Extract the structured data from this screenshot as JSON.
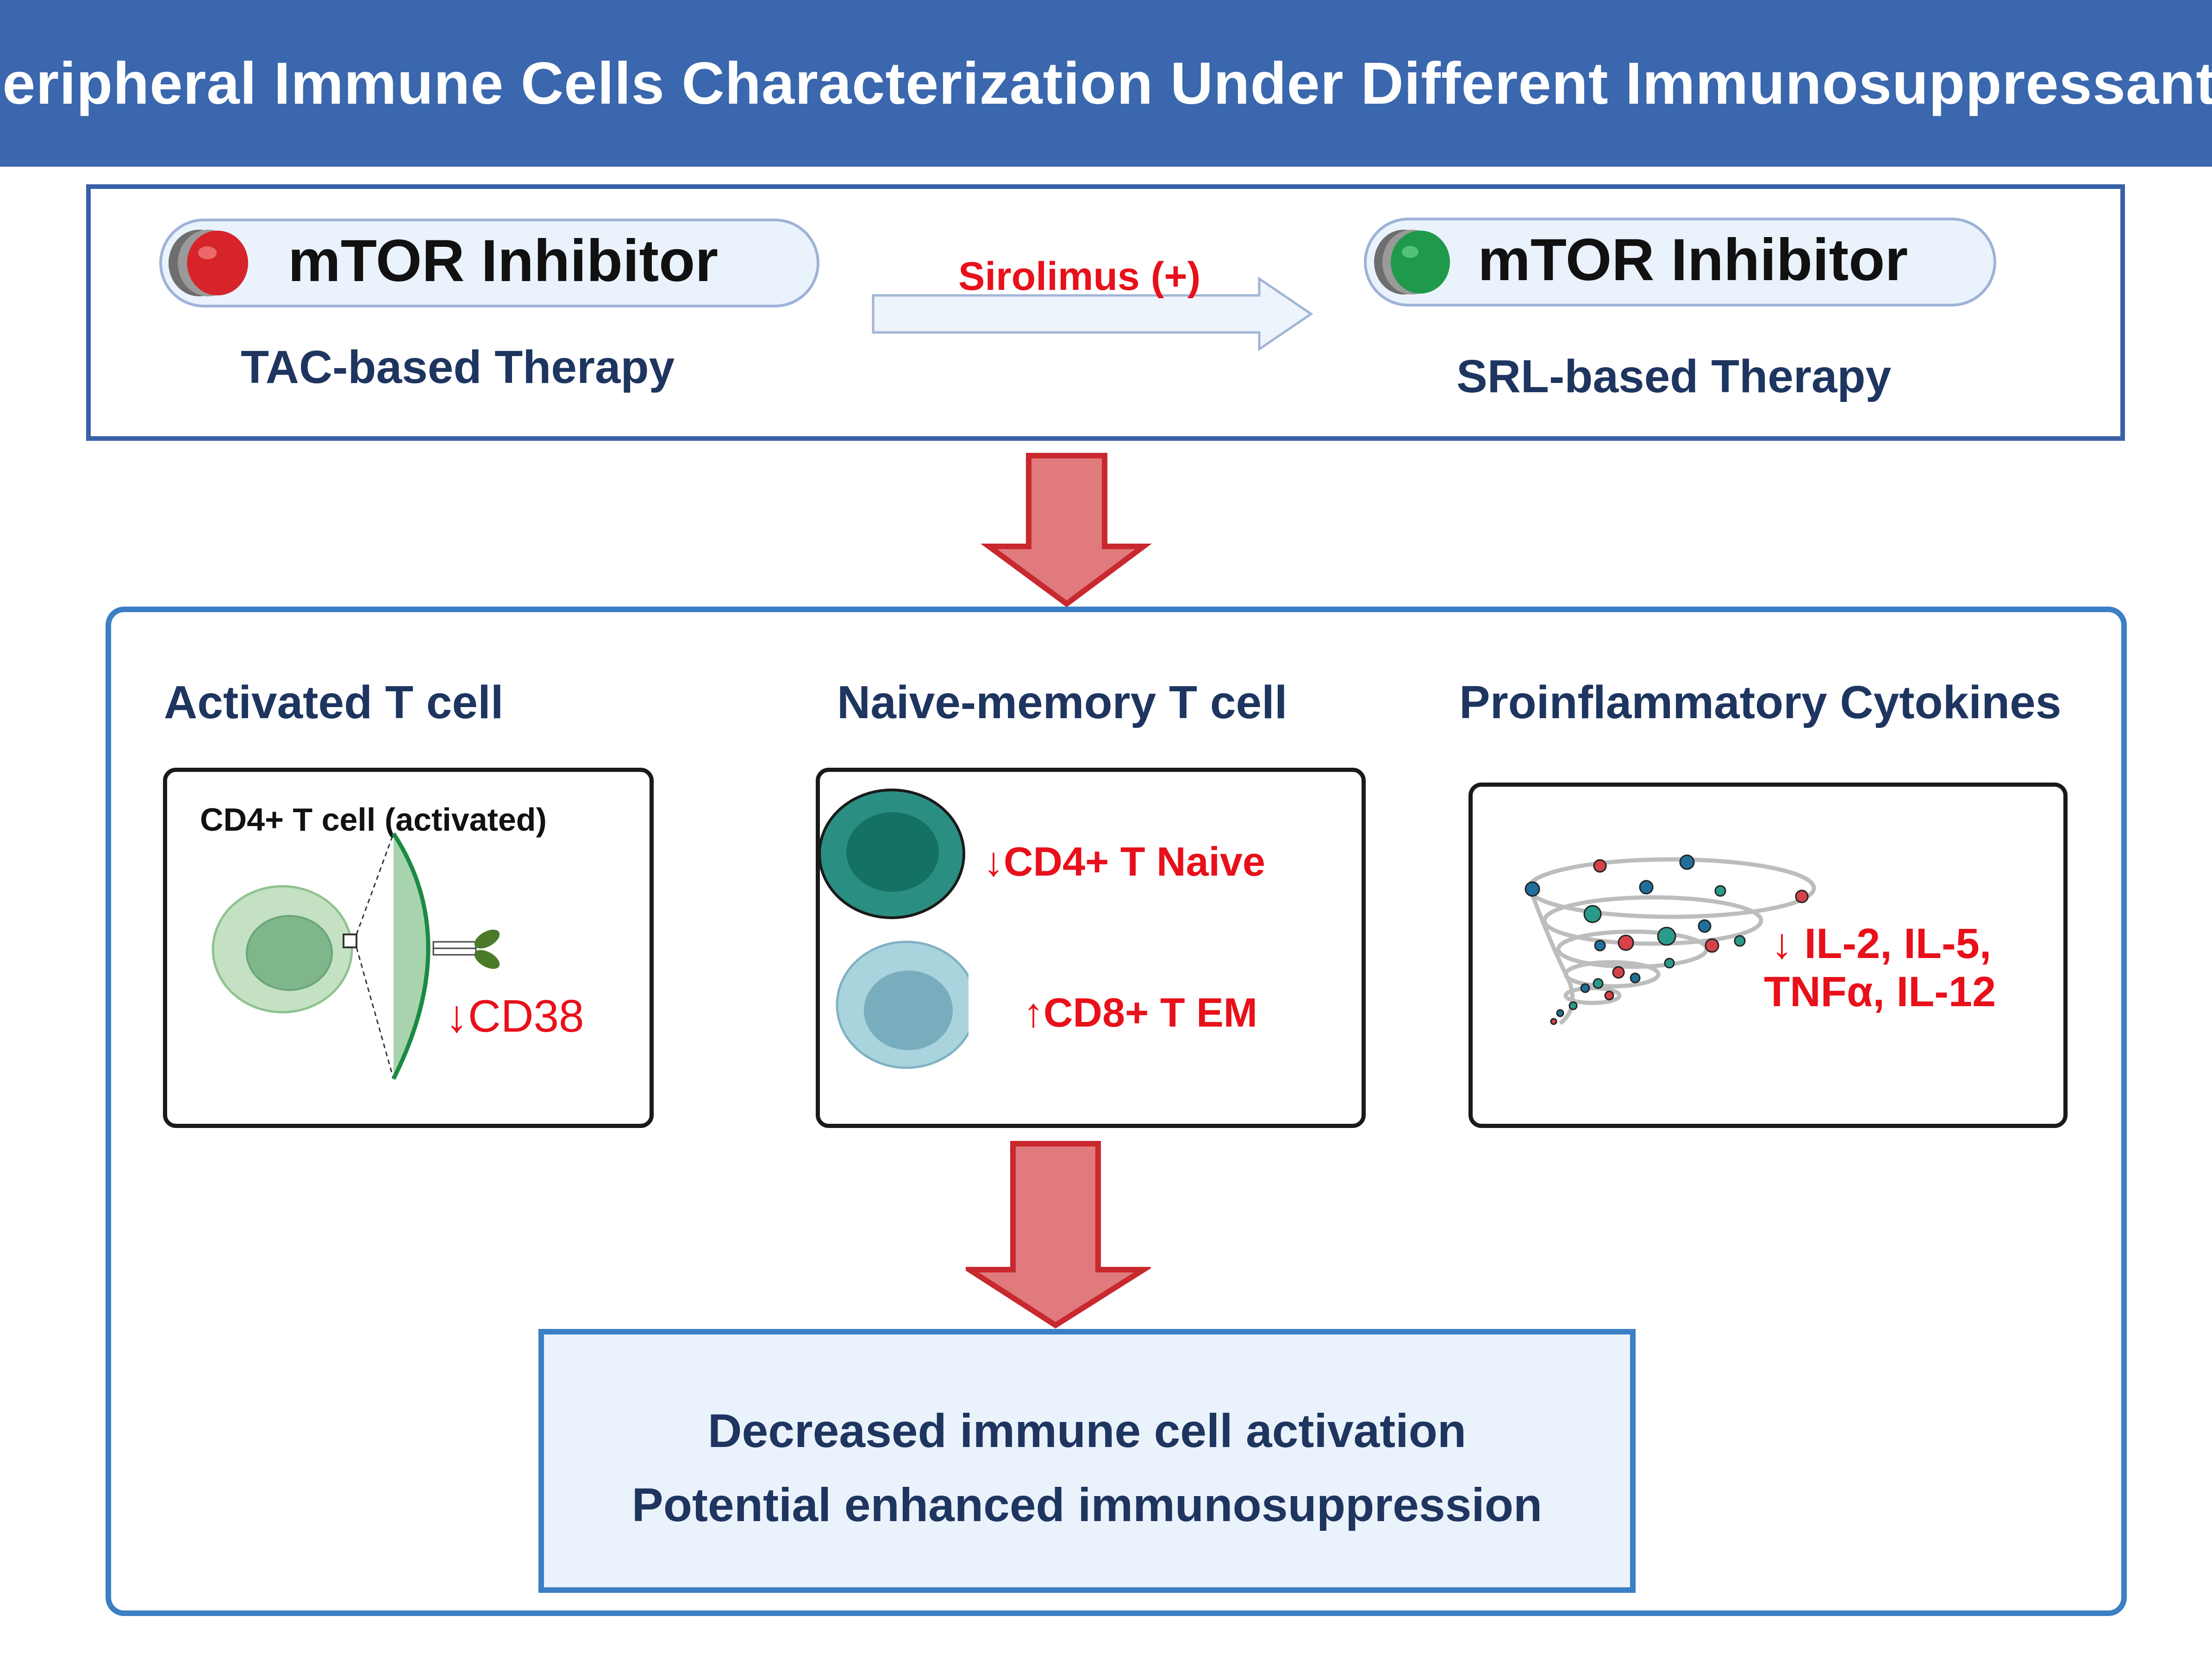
{
  "title": "Peripheral Immune Cells Characterization Under Different Immunosuppressants",
  "comparison": {
    "left": {
      "label": "mTOR Inhibitor",
      "therapy": "TAC-based Therapy",
      "indicator_color": "#d6242a"
    },
    "transition_label": "Sirolimus (+)",
    "right": {
      "label": "mTOR Inhibitor",
      "therapy": "SRL-based Therapy",
      "indicator_color": "#1f9a4a"
    }
  },
  "panels": {
    "activated": {
      "heading": "Activated T cell",
      "cell_label": "CD4+ T cell (activated)",
      "marker": "↓CD38"
    },
    "naive_memory": {
      "heading": "Naive-memory T cell",
      "marker_1": "↓CD4+ T Naive",
      "marker_2": "↑CD8+ T EM"
    },
    "cytokines": {
      "heading": "Proinflammatory Cytokines",
      "line_1": "↓ IL-2, IL-5,",
      "line_2": "TNFα, IL-12"
    }
  },
  "result": {
    "line_1": "Decreased immune cell activation",
    "line_2": "Potential enhanced immunosuppression"
  },
  "colors": {
    "title_bg": "#3a67ad",
    "frame_blue": "#3b7fc4",
    "navy_text": "#1e3560",
    "red_text": "#e8101a",
    "arrow_fill": "#e07a7c",
    "arrow_stroke": "#c8282e"
  }
}
